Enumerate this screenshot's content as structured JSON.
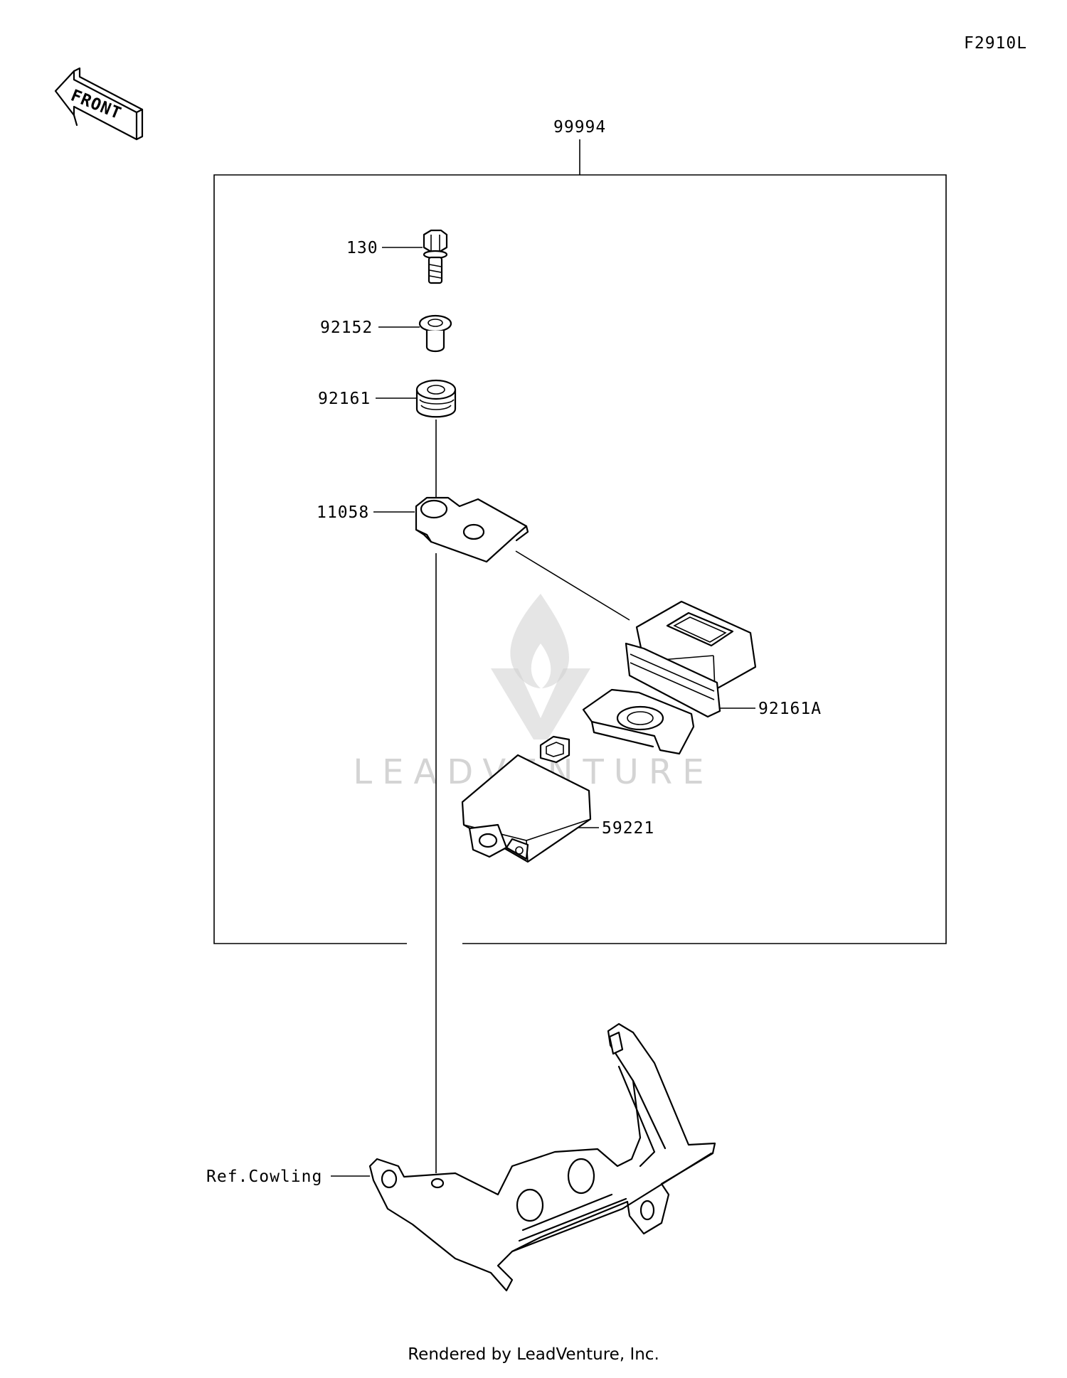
{
  "diagram_code": "F2910L",
  "front_label": "FRONT",
  "assembly_part": "99994",
  "parts": {
    "bolt": "130",
    "collar": "92152",
    "damper": "92161",
    "bracket": "11058",
    "cover": "92161A",
    "unit": "59221",
    "ref": "Ref.Cowling"
  },
  "watermark": "LEADVENTURE",
  "footer": "Rendered by LeadVenture, Inc."
}
